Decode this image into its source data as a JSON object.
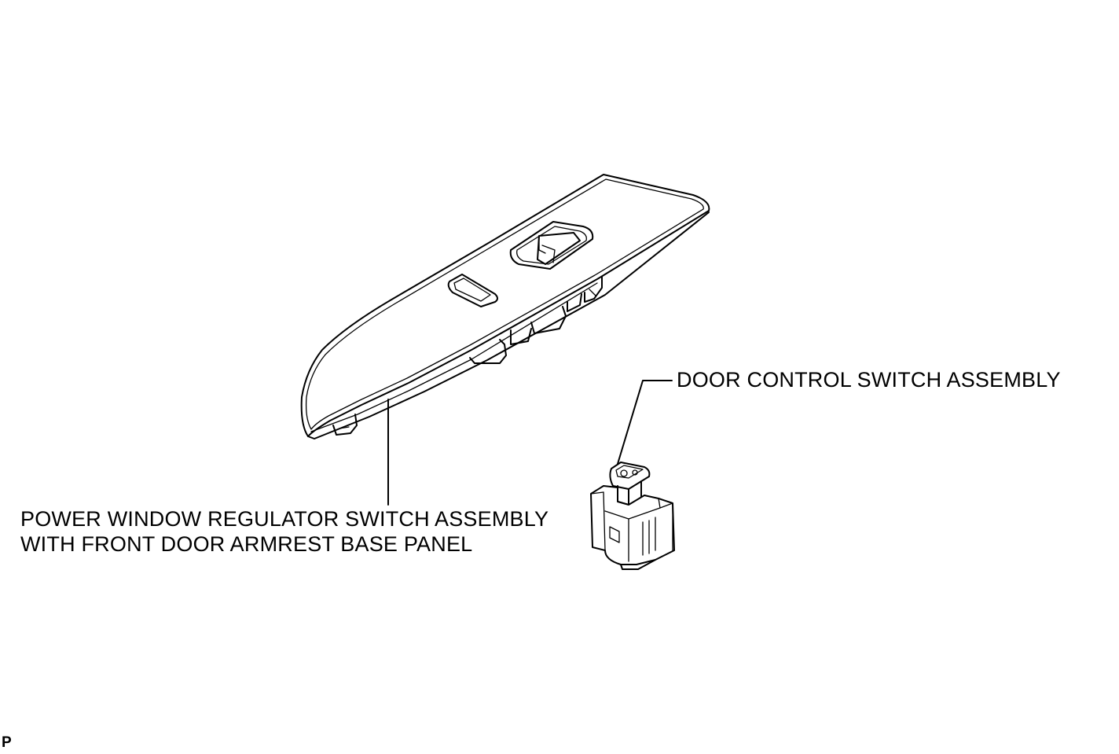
{
  "callouts": {
    "door_control_switch": "DOOR CONTROL SWITCH ASSEMBLY",
    "power_window_switch_line1": "POWER WINDOW REGULATOR SWITCH ASSEMBLY",
    "power_window_switch_line2": "WITH FRONT DOOR ARMREST BASE PANEL"
  },
  "page_marker": "P",
  "colors": {
    "line": "#000000",
    "background": "#ffffff"
  }
}
